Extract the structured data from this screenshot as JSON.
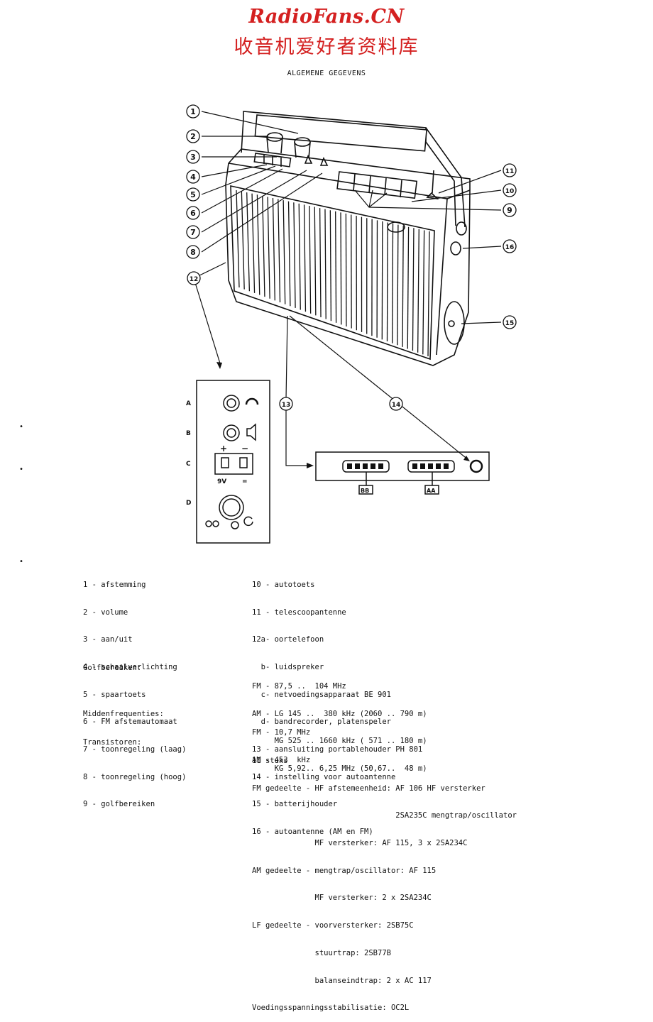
{
  "header": {
    "logo_text": "RadioFans.CN",
    "subtitle": "收音机爱好者资料库",
    "colors": {
      "logo": "#d42020"
    }
  },
  "document": {
    "title": "ALGEMENE GEGEVENS"
  },
  "figure": {
    "callouts": [
      "1",
      "2",
      "3",
      "4",
      "5",
      "6",
      "7",
      "8",
      "9",
      "10",
      "11",
      "12",
      "13",
      "14",
      "15",
      "16"
    ],
    "panel_rows": [
      "A",
      "B",
      "C",
      "D"
    ],
    "battery_polarity": {
      "plus": "+",
      "minus": "−",
      "voltage": "9V",
      "equals": "="
    },
    "socket_labels": [
      "BB",
      "AA"
    ]
  },
  "legend_left": [
    "1 - afstemming",
    "2 - volume",
    "3 - aan/uit",
    "4 - schaalverlichting",
    "5 - spaartoets",
    "6 - FM afstemautomaat",
    "7 - toonregeling (laag)",
    "8 - toonregeling (hoog)",
    "9 - golfbereiken"
  ],
  "legend_right": [
    "10 - autotoets",
    "11 - telescoopantenne",
    "12a- oortelefoon",
    "  b- luidspreker",
    "  c- netvoedingsapparaat BE 901",
    "  d- bandrecorder, platenspeler",
    "13 - aansluiting portablehouder PH 801",
    "14 - instelling voor autoantenne",
    "15 - batterijhouder",
    "16 - autoantenne (AM en FM)"
  ],
  "specs": {
    "golfbereiken": {
      "label": "Golfbereiken:",
      "lines": [
        "FM - 87,5 ..  104 MHz",
        "AM - LG 145 ..  380 kHz (2060 .. 790 m)",
        "     MG 525 .. 1660 kHz ( 571 .. 180 m)",
        "     KG 5,92.. 6,25 MHz (50,67..  48 m)"
      ]
    },
    "middenfrequenties": {
      "label": "Middenfrequenties:",
      "lines": [
        "FM - 10,7 MHz",
        "AM - 453  kHz"
      ]
    },
    "transistoren": {
      "label": "Transistoren:",
      "lines": [
        "11 stuks",
        "FM gedeelte - HF afstemeenheid: AF 106 HF versterker",
        "                                2SA235C mengtrap/oscillator",
        "              MF versterker: AF 115, 3 x 2SA234C",
        "AM gedeelte - mengtrap/oscillator: AF 115",
        "              MF versterker: 2 x 2SA234C",
        "LF gedeelte - voorversterker: 2SB75C",
        "              stuurtrap: 2SB77B",
        "              balanseindtrap: 2 x AC 117",
        "Voedingsspanningsstabilisatie: OC2L"
      ]
    }
  }
}
